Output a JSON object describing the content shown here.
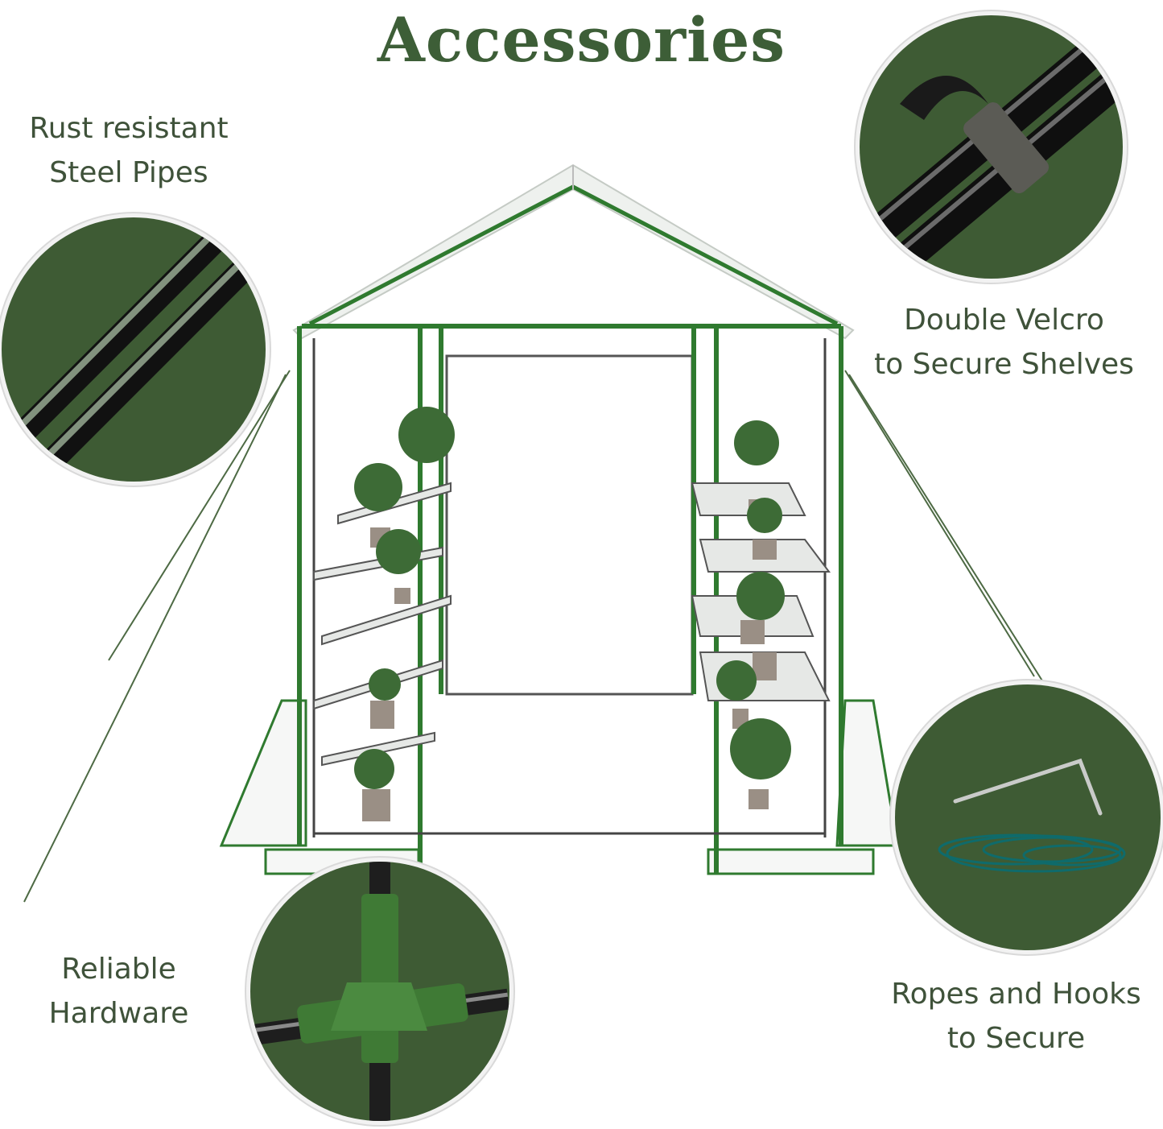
{
  "title": "Accessories",
  "labels": {
    "rust": [
      "Rust resistant",
      "Steel Pipes"
    ],
    "velcro": [
      "Double Velcro",
      "to Secure Shelves"
    ],
    "hardware": [
      "Reliable",
      "Hardware"
    ],
    "ropes": [
      "Ropes and Hooks",
      "to Secure"
    ]
  },
  "colors": {
    "brand_green": "#3d5e37",
    "circle_green": "#3e5b34",
    "frame_green": "#2f7a2f",
    "text": "#3f523a"
  },
  "icons": {
    "pipes": "steel-pipes-closeup",
    "velcro": "velcro-strap-closeup",
    "hardware": "connector-joint-closeup",
    "ropes": "ropes-and-hooks-closeup"
  }
}
